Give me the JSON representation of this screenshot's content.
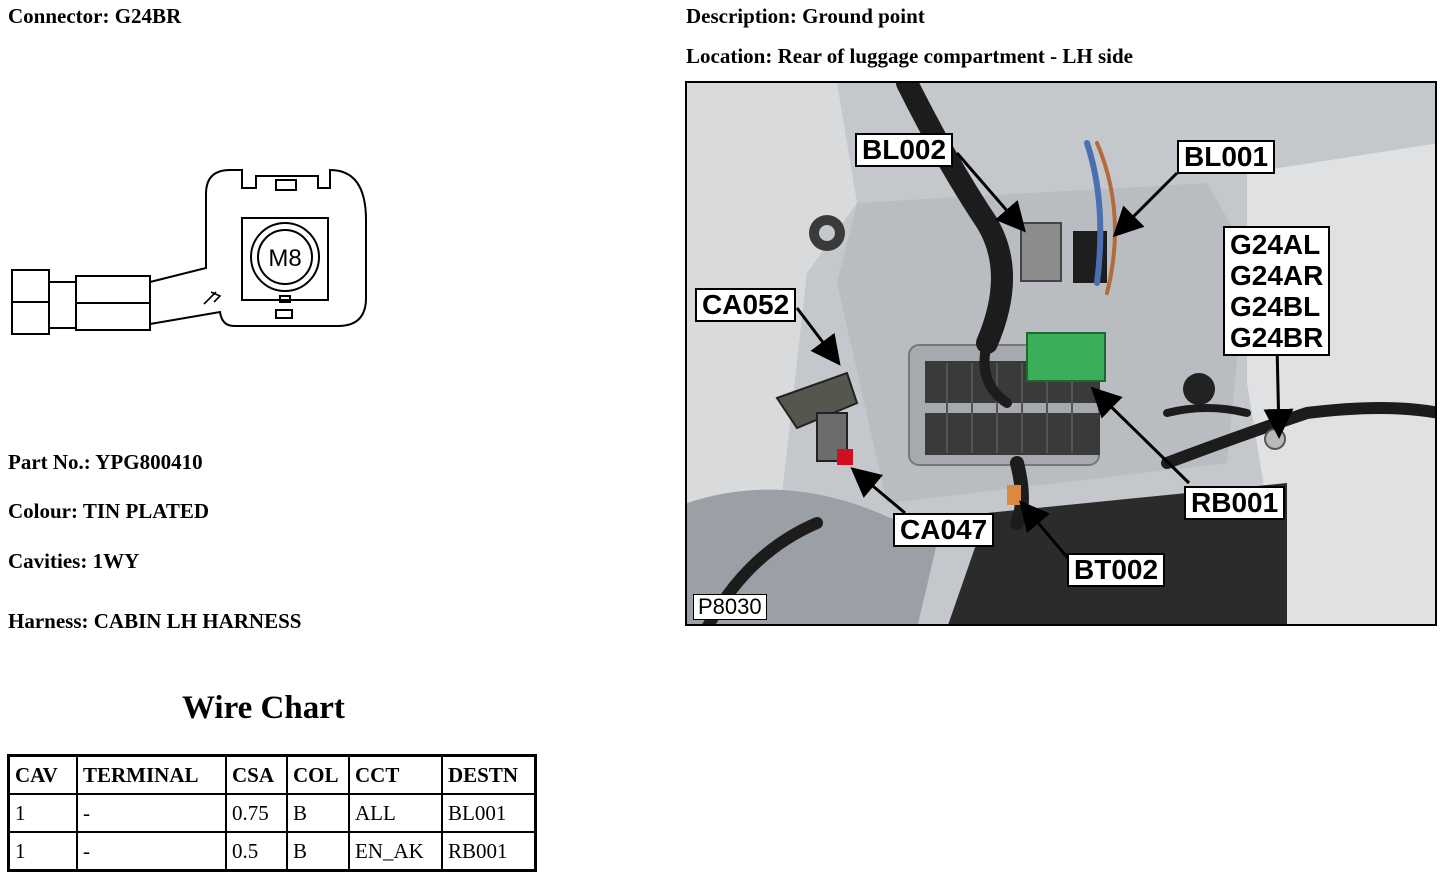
{
  "header": {
    "connector": "Connector: G24BR",
    "description": "Description: Ground point",
    "location": "Location: Rear of luggage compartment - LH side"
  },
  "diagram": {
    "terminal_label": "M8",
    "icon": "ring-terminal-connector-drawing"
  },
  "details": {
    "part_no": "Part No.: YPG800410",
    "colour": "Colour: TIN PLATED",
    "cavities": "Cavities: 1WY",
    "harness": "Harness: CABIN LH HARNESS"
  },
  "wire_chart": {
    "title": "Wire Chart",
    "headers": [
      "CAV",
      "TERMINAL",
      "CSA",
      "COL",
      "CCT",
      "DESTN"
    ],
    "rows": [
      [
        "1",
        "-",
        "0.75",
        "B",
        "ALL",
        "BL001"
      ],
      [
        "1",
        "-",
        "0.5",
        "B",
        "EN_AK",
        "RB001"
      ]
    ]
  },
  "photo": {
    "photo_id": "P8030",
    "callouts": {
      "bl002": "BL002",
      "bl001": "BL001",
      "ca052": "CA052",
      "g24al": "G24AL",
      "g24ar": "G24AR",
      "g24bl": "G24BL",
      "g24br": "G24BR",
      "rb001": "RB001",
      "ca047": "CA047",
      "bt002": "BT002"
    }
  }
}
